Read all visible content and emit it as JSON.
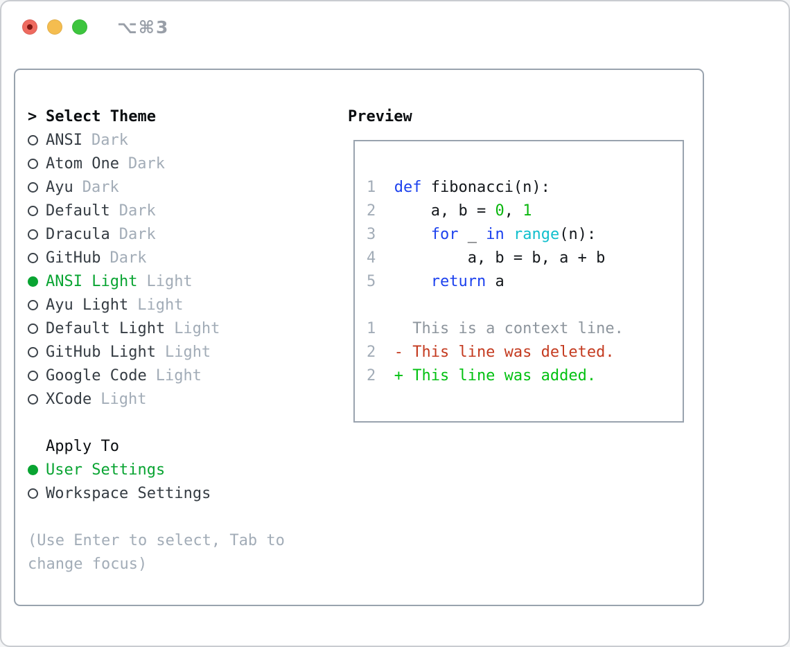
{
  "window": {
    "title": "⌥⌘3",
    "traffic_lights": {
      "close": "close",
      "minimize": "minimize",
      "zoom": "zoom"
    }
  },
  "colors": {
    "header_text": "#0b0e11",
    "item_text": "#353c43",
    "code_text": "#14181c",
    "muted_gray": "#a2acb7",
    "linenum_gray": "#a2acb7",
    "context_gray": "#8d959d",
    "ring_gray": "#3c434a",
    "border_gray": "#99a3ae",
    "title_gray": "#999fa8",
    "ui_green": "#09a432",
    "keyword_blue": "#1c41ee",
    "builtin_cyan": "#10bfcd",
    "literal_green": "#0ab60e",
    "added_green": "#03c112",
    "deleted_red": "#c43b20",
    "traffic_red": "#ee6a5f",
    "traffic_red_dot": "#7d1511",
    "traffic_yellow": "#f5bd4f",
    "traffic_green": "#3dc53e"
  },
  "theme_list": {
    "header_marker": ">",
    "header": "Select Theme",
    "items": [
      {
        "name": "ANSI",
        "variant": "Dark",
        "selected": false
      },
      {
        "name": "Atom One",
        "variant": "Dark",
        "selected": false
      },
      {
        "name": "Ayu",
        "variant": "Dark",
        "selected": false
      },
      {
        "name": "Default",
        "variant": "Dark",
        "selected": false
      },
      {
        "name": "Dracula",
        "variant": "Dark",
        "selected": false
      },
      {
        "name": "GitHub",
        "variant": "Dark",
        "selected": false
      },
      {
        "name": "ANSI Light",
        "variant": "Light",
        "selected": true
      },
      {
        "name": "Ayu Light",
        "variant": "Light",
        "selected": false
      },
      {
        "name": "Default Light",
        "variant": "Light",
        "selected": false
      },
      {
        "name": "GitHub Light",
        "variant": "Light",
        "selected": false
      },
      {
        "name": "Google Code",
        "variant": "Light",
        "selected": false
      },
      {
        "name": "XCode",
        "variant": "Light",
        "selected": false
      }
    ]
  },
  "apply_to": {
    "header": "Apply To",
    "options": [
      {
        "label": "User Settings",
        "selected": true
      },
      {
        "label": "Workspace Settings",
        "selected": false
      }
    ]
  },
  "help": {
    "line1": "(Use Enter to select, Tab to",
    "line2": "change focus)"
  },
  "preview": {
    "title": "Preview",
    "lines": [
      {
        "num": "1",
        "tokens": [
          [
            "def",
            "kw"
          ],
          [
            " fibonacci(n):",
            "plain"
          ]
        ]
      },
      {
        "num": "2",
        "tokens": [
          [
            "    a, b = ",
            "plain"
          ],
          [
            "0",
            "num"
          ],
          [
            ", ",
            "plain"
          ],
          [
            "1",
            "num"
          ]
        ]
      },
      {
        "num": "3",
        "tokens": [
          [
            "    ",
            "plain"
          ],
          [
            "for",
            "kw"
          ],
          [
            " _ ",
            "plain"
          ],
          [
            "in",
            "kw"
          ],
          [
            " ",
            "plain"
          ],
          [
            "range",
            "fn"
          ],
          [
            "(n):",
            "plain"
          ]
        ]
      },
      {
        "num": "4",
        "tokens": [
          [
            "        a, b = b, a + b",
            "plain"
          ]
        ]
      },
      {
        "num": "5",
        "tokens": [
          [
            "    ",
            "plain"
          ],
          [
            "return",
            "kw"
          ],
          [
            " a",
            "plain"
          ]
        ]
      },
      {
        "num": "",
        "tokens": []
      },
      {
        "num": "1",
        "tokens": [
          [
            "  This is a context line.",
            "ctx"
          ]
        ]
      },
      {
        "num": "2",
        "tokens": [
          [
            "- This line was deleted.",
            "del"
          ]
        ]
      },
      {
        "num": "2",
        "tokens": [
          [
            "+ This line was added.",
            "add"
          ]
        ]
      }
    ]
  }
}
